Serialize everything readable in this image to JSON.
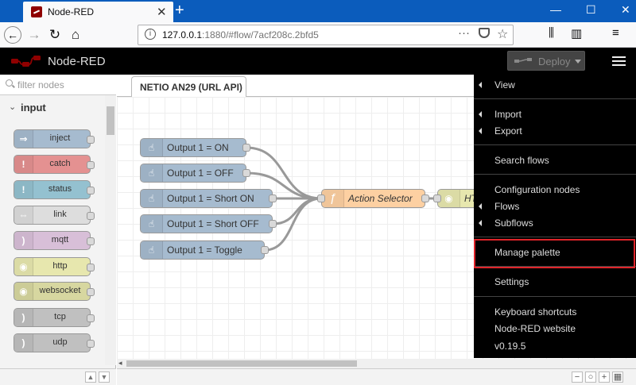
{
  "browser": {
    "tab_title": "Node-RED",
    "tab_close": "✕",
    "new_tab": "+",
    "window_controls": {
      "minimize": "—",
      "maximize": "☐",
      "close": "✕"
    },
    "url_host": "127.0.0.1",
    "url_path": ":1880/#flow/7acf208c.2bfd5",
    "url_more": "···",
    "nav_icons": [
      "back-arrow-icon",
      "forward-arrow-icon",
      "reload-icon",
      "home-icon",
      "library-icon",
      "sidebar-icon",
      "hamburger-menu-icon"
    ]
  },
  "header": {
    "title": "Node-RED",
    "deploy_label": "Deploy",
    "colors": {
      "background": "#000000",
      "deploy_bg": "#444444"
    }
  },
  "palette": {
    "filter_placeholder": "filter nodes",
    "category": "input",
    "category_caret": "⌄",
    "nodes": [
      {
        "label": "inject",
        "color": "#a6bbcf",
        "icon": "⇒"
      },
      {
        "label": "catch",
        "color": "#e49191",
        "icon": "!"
      },
      {
        "label": "status",
        "color": "#94c1d0",
        "icon": "!"
      },
      {
        "label": "link",
        "color": "#dddddd",
        "icon": "⇔"
      },
      {
        "label": "mqtt",
        "color": "#d8bfd8",
        "icon": ")"
      },
      {
        "label": "http",
        "color": "#e7e7ae",
        "icon": "◉"
      },
      {
        "label": "websocket",
        "color": "#d7d7a0",
        "icon": "◉"
      },
      {
        "label": "tcp",
        "color": "#c0c0c0",
        "icon": ")"
      },
      {
        "label": "udp",
        "color": "#c0c0c0",
        "icon": ")"
      }
    ],
    "footer": {
      "up": "▲",
      "down": "▼"
    }
  },
  "workspace": {
    "tab_label": "NETIO AN29 (URL API)",
    "inject_color": "#a6bbcf",
    "inject_nodes": [
      {
        "label": "Output 1 = ON"
      },
      {
        "label": "Output 1 = OFF"
      },
      {
        "label": "Output 1 = Short ON"
      },
      {
        "label": "Output 1 = Short OFF"
      },
      {
        "label": "Output 1 = Toggle"
      }
    ],
    "function_node": {
      "label": "Action Selector",
      "color": "#fdd0a2",
      "icon": "ƒ"
    },
    "http_node": {
      "label": "HTTP",
      "color": "#e7e7ae"
    },
    "scroll_left": "◂",
    "zoom": {
      "out": "−",
      "reset": "○",
      "in": "+",
      "map": "▦"
    }
  },
  "menu": {
    "items": [
      {
        "label": "View",
        "submenu": true
      },
      {
        "label": "Import",
        "submenu": true
      },
      {
        "label": "Export",
        "submenu": true
      },
      {
        "label": "Search flows",
        "submenu": false
      },
      {
        "label": "Configuration nodes",
        "submenu": false
      },
      {
        "label": "Flows",
        "submenu": true
      },
      {
        "label": "Subflows",
        "submenu": true
      },
      {
        "label": "Manage palette",
        "submenu": false,
        "highlighted": true
      },
      {
        "label": "Settings",
        "submenu": false
      },
      {
        "label": "Keyboard shortcuts",
        "submenu": false
      },
      {
        "label": "Node-RED website",
        "submenu": false
      },
      {
        "label": "v0.19.5",
        "submenu": false
      }
    ],
    "highlight_color": "#e0242a"
  }
}
